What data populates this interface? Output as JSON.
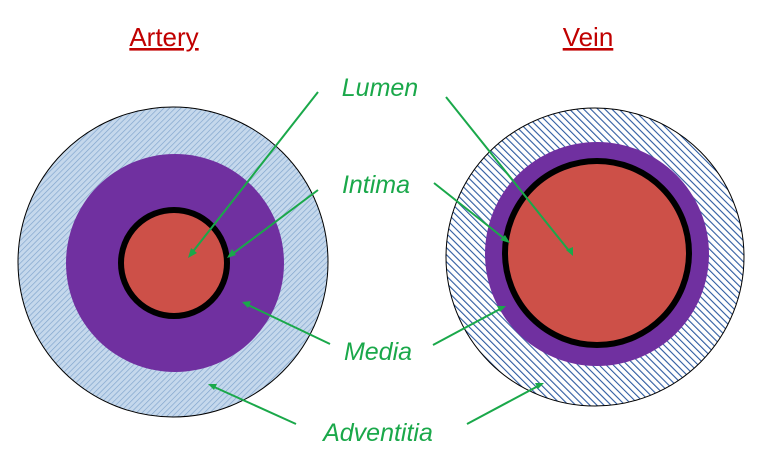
{
  "titles": {
    "artery": "Artery",
    "vein": "Vein"
  },
  "labels": {
    "lumen": "Lumen",
    "intima": "Intima",
    "media": "Media",
    "adventitia": "Adventitia"
  },
  "colors": {
    "title": "#c00000",
    "label": "#1aa84a",
    "arrow": "#1aa84a",
    "lumen": "#cd5048",
    "media": "#7030a0",
    "intima_border": "#000000",
    "artery_adventitia_base": "#c5d8ec",
    "artery_adventitia_hatch": "#7ea3cc",
    "vein_adventitia_base": "#ffffff",
    "vein_adventitia_hatch": "#2d5aa0",
    "outline": "#000000"
  }
}
